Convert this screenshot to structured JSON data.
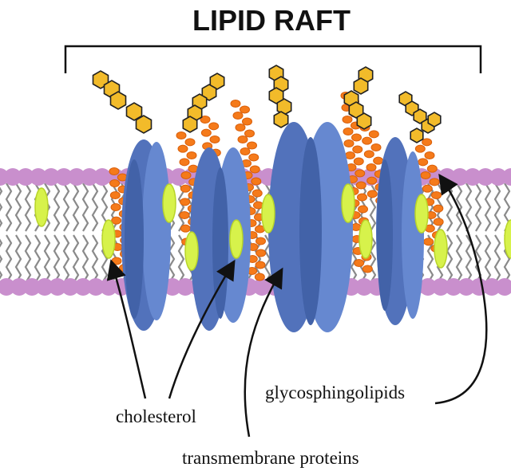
{
  "diagram": {
    "title": "LIPID RAFT",
    "labels": {
      "cholesterol": "cholesterol",
      "glycosphingolipids": "glycosphingolipids",
      "transmembrane_proteins": "transmembrane proteins"
    },
    "colors": {
      "headgroup": "#c98fcd",
      "tail": "#8a8a8a",
      "protein": "#5b7cc4",
      "protein_dark": "#3e5aa0",
      "glycolipid": "#f57a1a",
      "sugar": "#f2bb2a",
      "cholesterol": "#d7f24b"
    }
  }
}
